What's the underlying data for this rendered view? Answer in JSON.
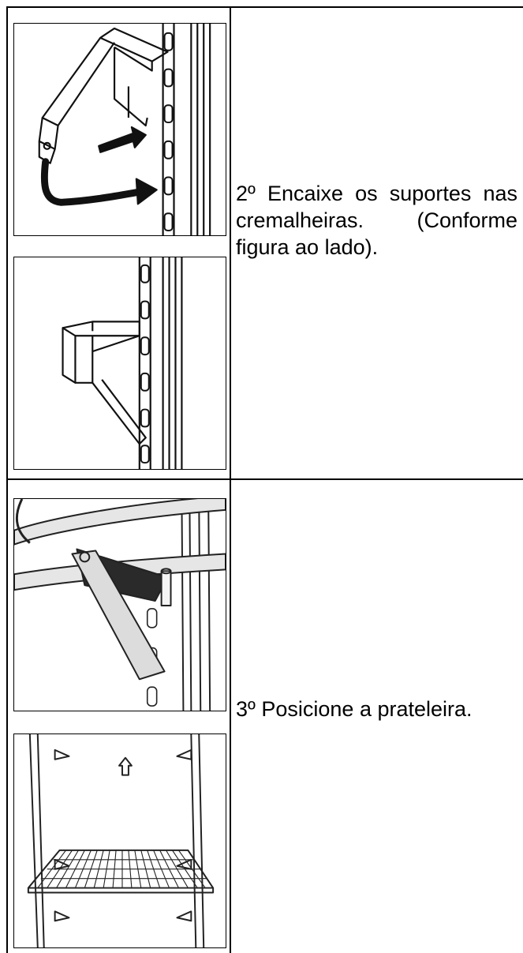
{
  "steps": [
    {
      "number_text": "2º Encaixe os suportes nas cremalheiras. (Conforme figura ao lado)."
    },
    {
      "number_text": "3º Posicione a prateleira."
    }
  ],
  "figures": [
    {
      "icon": "bracket-hook-insert-illustration"
    },
    {
      "icon": "bracket-mounted-illustration"
    },
    {
      "icon": "shelf-on-bracket-closeup-illustration"
    },
    {
      "icon": "wire-shelf-installed-illustration"
    }
  ]
}
